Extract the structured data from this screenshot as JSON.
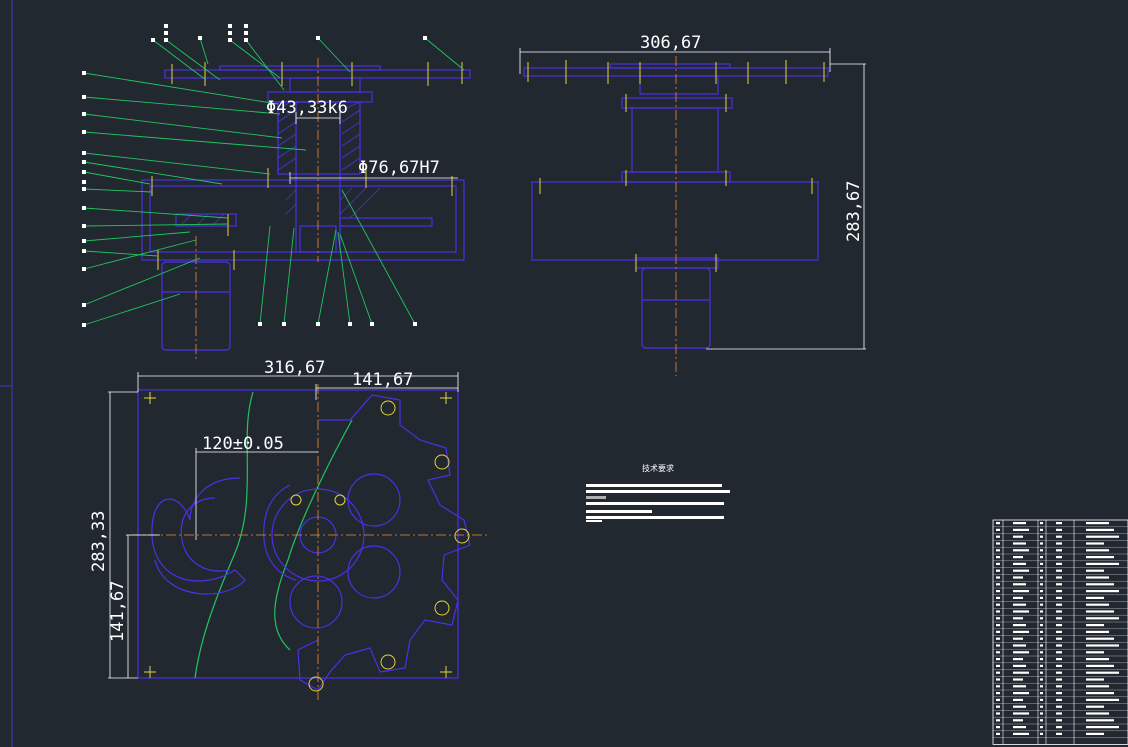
{
  "colors": {
    "background": "#212830",
    "outline": "#4b30e6",
    "leader": "#22c55e",
    "center": "#f28a2e",
    "text": "#ffffff",
    "marker": "#e8d23a",
    "border": "#3a3ad0"
  },
  "front_view": {
    "dim_shaft": "Φ43,33k6",
    "dim_bore": "Φ76,67H7"
  },
  "side_view": {
    "dim_width": "306,67",
    "dim_height": "283,67"
  },
  "top_view": {
    "dim_width": "316,67",
    "dim_half_width": "141,67",
    "dim_offset": "120±0.05",
    "dim_height": "283,33",
    "dim_half_height": "141,67"
  },
  "notes": {
    "title": "技术要求"
  }
}
